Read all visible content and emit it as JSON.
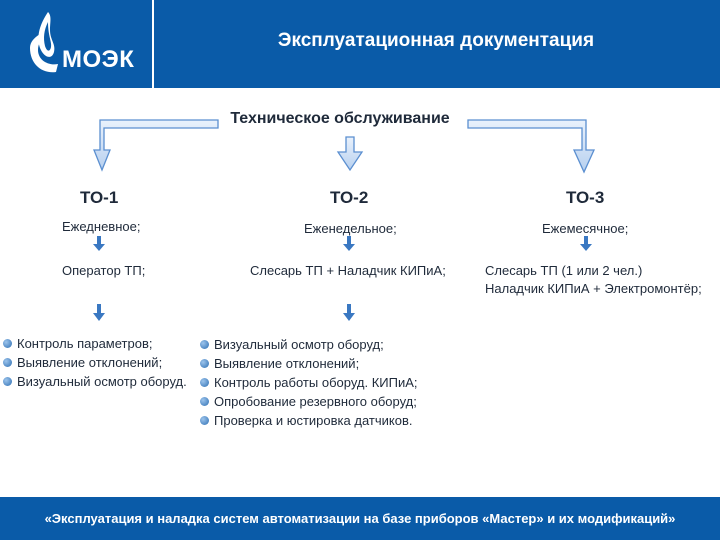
{
  "header": {
    "logo_text": "МОЭК",
    "title": "Эксплуатационная документация"
  },
  "diagram": {
    "center_title": "Техническое обслуживание",
    "columns": [
      {
        "name": "ТО-1",
        "frequency": "Ежедневное;",
        "personnel": [
          "Оператор ТП;"
        ],
        "tasks": [
          "Контроль параметров;",
          "Выявление отклонений;",
          "Визуальный осмотр оборуд."
        ]
      },
      {
        "name": "ТО-2",
        "frequency": "Еженедельное;",
        "personnel": [
          "Слесарь ТП + Наладчик КИПиА;"
        ],
        "tasks": [
          "Визуальный осмотр оборуд;",
          "Выявление отклонений;",
          "Контроль работы оборуд. КИПиА;",
          "Опробование резервного оборуд;",
          "Проверка и юстировка датчиков."
        ]
      },
      {
        "name": "ТО-3",
        "frequency": "Ежемесячное;",
        "personnel": [
          "Слесарь ТП (1 или 2 чел.)",
          "Наладчик КИПиА + Электромонтёр;"
        ],
        "tasks": []
      }
    ]
  },
  "footer": {
    "text": "«Эксплуатация и наладка систем автоматизации на базе приборов «Мастер» и их модификаций»"
  },
  "colors": {
    "brand_blue": "#0a5ba8",
    "arrow_fill": "#cfe0f5",
    "arrow_stroke": "#5b8fd0",
    "small_arrow": "#3a78c2"
  },
  "icons": [
    "flame-logo-icon",
    "bullet-icon",
    "arrow-down-icon"
  ]
}
